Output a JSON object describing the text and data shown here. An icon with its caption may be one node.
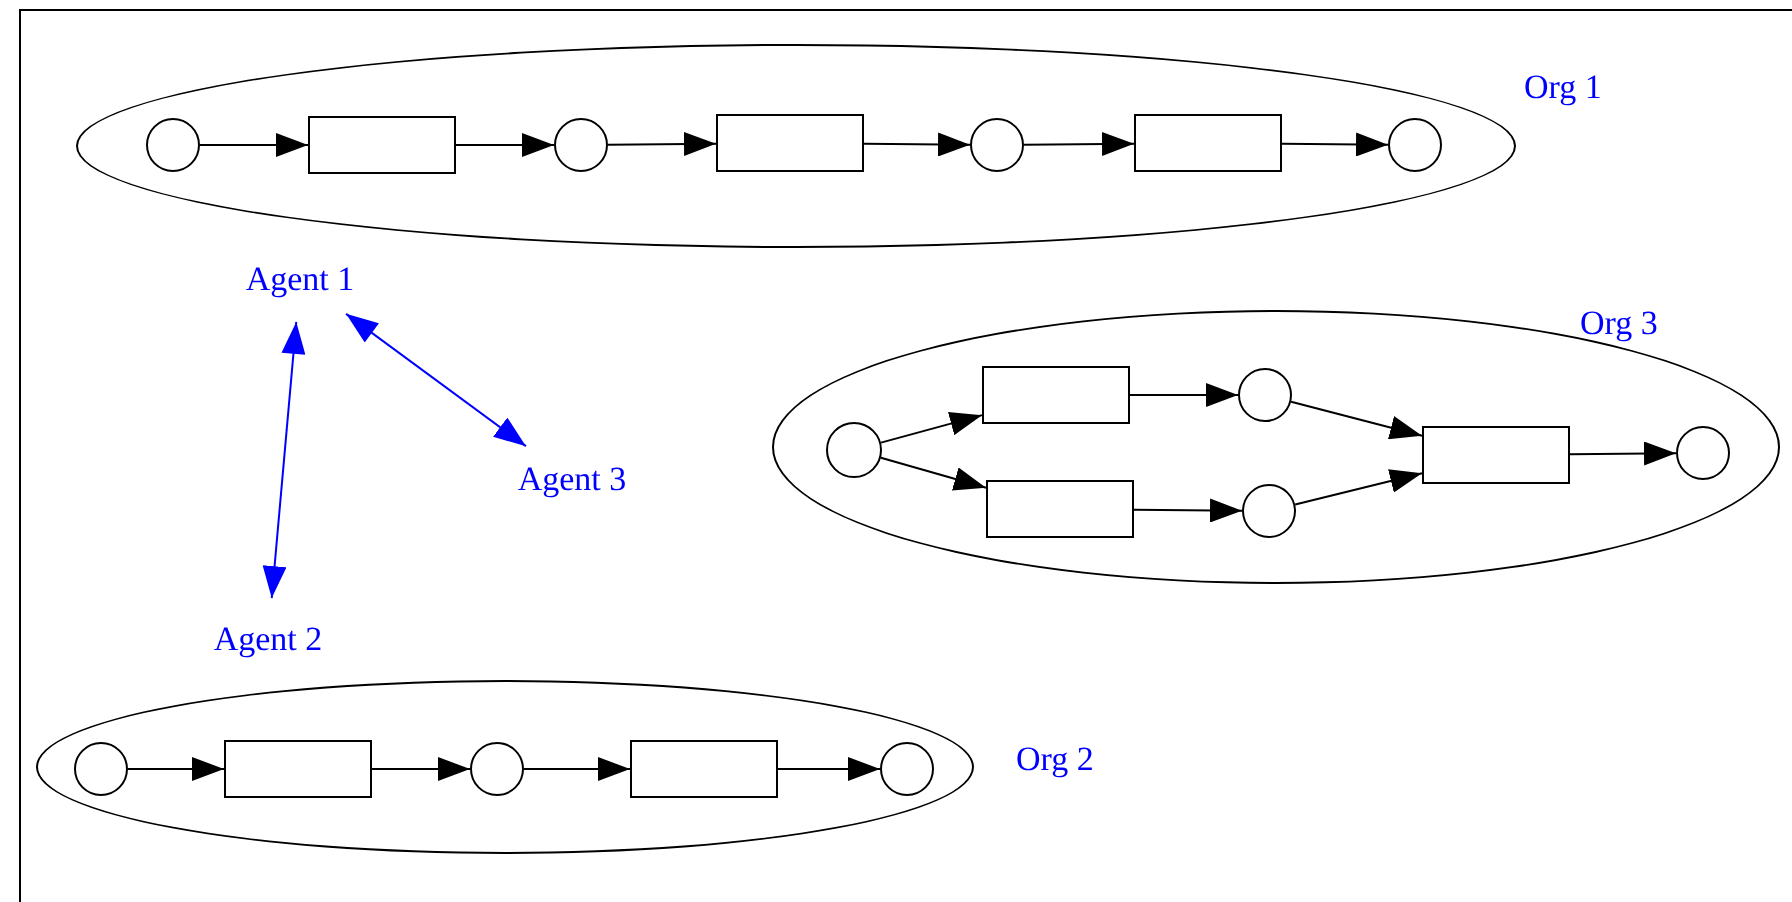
{
  "diagram": {
    "nodes": [
      {
        "text": [],
        "shape": "ellipse",
        "beside": [
          "Org 1"
        ]
      },
      {
        "text": [],
        "shape": "circle",
        "in": 0
      },
      {
        "text": [],
        "shape": "box",
        "in": 0
      },
      {
        "text": [],
        "shape": "circle",
        "in": 0
      },
      {
        "text": [],
        "shape": "box",
        "in": 0
      },
      {
        "text": [],
        "shape": "circle",
        "in": 0
      },
      {
        "text": [],
        "shape": "box",
        "in": 0
      },
      {
        "text": [],
        "shape": "circle",
        "in": 0
      },
      {
        "text": [
          "Agent 1"
        ]
      },
      {
        "text": [],
        "shape": "ellipse",
        "beside": [
          "Org 3"
        ]
      },
      {
        "text": [],
        "shape": "circle",
        "in": 9
      },
      {
        "text": [],
        "shape": "box",
        "in": 9
      },
      {
        "text": [],
        "shape": "box",
        "in": 9
      },
      {
        "text": [],
        "shape": "circle",
        "in": 9
      },
      {
        "text": [],
        "shape": "circle",
        "in": 9
      },
      {
        "text": [],
        "shape": "box",
        "in": 9
      },
      {
        "text": [],
        "shape": "circle",
        "in": 9
      },
      {
        "text": [
          "Agent 3"
        ]
      },
      {
        "text": [
          "Agent 2"
        ]
      },
      {
        "text": [],
        "shape": "ellipse",
        "beside": [
          "Org 2"
        ]
      },
      {
        "text": [],
        "shape": "circle",
        "in": 19
      },
      {
        "text": [],
        "shape": "box",
        "in": 19
      },
      {
        "text": [],
        "shape": "circle",
        "in": 19
      },
      {
        "text": [],
        "shape": "box",
        "in": 19
      },
      {
        "text": [],
        "shape": "circle",
        "in": 19
      }
    ],
    "edges": [
      {
        "from": 1,
        "to": 2,
        "arrow": "to"
      },
      {
        "from": 2,
        "to": 3,
        "arrow": "to"
      },
      {
        "from": 3,
        "to": 4,
        "arrow": "to"
      },
      {
        "from": 4,
        "to": 5,
        "arrow": "to"
      },
      {
        "from": 5,
        "to": 6,
        "arrow": "to"
      },
      {
        "from": 6,
        "to": 7,
        "arrow": "to"
      },
      {
        "from": 8,
        "to": 18,
        "arrow": "both",
        "color": "#0000ff"
      },
      {
        "from": 8,
        "to": 17,
        "arrow": "both",
        "color": "#0000ff"
      },
      {
        "from": 10,
        "to": 11,
        "arrow": "to"
      },
      {
        "from": 10,
        "to": 12,
        "arrow": "to"
      },
      {
        "from": 11,
        "to": 13,
        "arrow": "to"
      },
      {
        "from": 12,
        "to": 14,
        "arrow": "to"
      },
      {
        "from": 13,
        "to": 15,
        "arrow": "to"
      },
      {
        "from": 14,
        "to": 15,
        "arrow": "to"
      },
      {
        "from": 15,
        "to": 16,
        "arrow": "to"
      },
      {
        "from": 20,
        "to": 21,
        "arrow": "to"
      },
      {
        "from": 21,
        "to": 22,
        "arrow": "to"
      },
      {
        "from": 22,
        "to": 23,
        "arrow": "to"
      },
      {
        "from": 23,
        "to": 24,
        "arrow": "to"
      }
    ]
  }
}
